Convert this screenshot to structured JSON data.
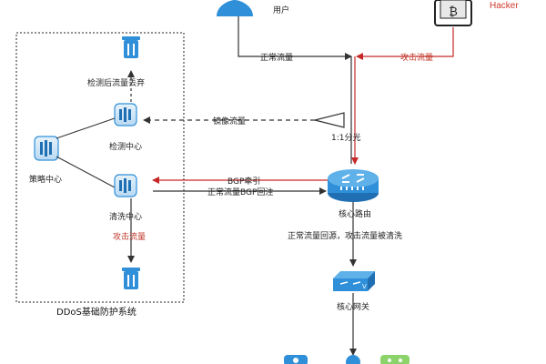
{
  "system": {
    "title": "DDoS基础防护系统",
    "strategy_center": "策略中心",
    "detection_center": "检测中心",
    "cleaning_center": "清洗中心",
    "discard_label": "检测后流量丢弃",
    "attack_traffic_label": "攻击流量"
  },
  "actors": {
    "user": "用户",
    "hacker": "Hacker"
  },
  "flows": {
    "normal_traffic": "正常流量",
    "attack_traffic": "攻击流量",
    "mirror_traffic": "镜像流量",
    "split_ratio": "1:1分光",
    "bgp_redirect": "BGP牵引",
    "bgp_return": "正常流量BGP回注",
    "post_clean": "正常流量回源，攻击流量被清洗"
  },
  "nodes": {
    "core_router": "核心路由",
    "core_gateway": "核心网关"
  },
  "colors": {
    "accent_blue": "#2f8fd8",
    "attack_red": "#c62828",
    "line_dark": "#333333"
  }
}
